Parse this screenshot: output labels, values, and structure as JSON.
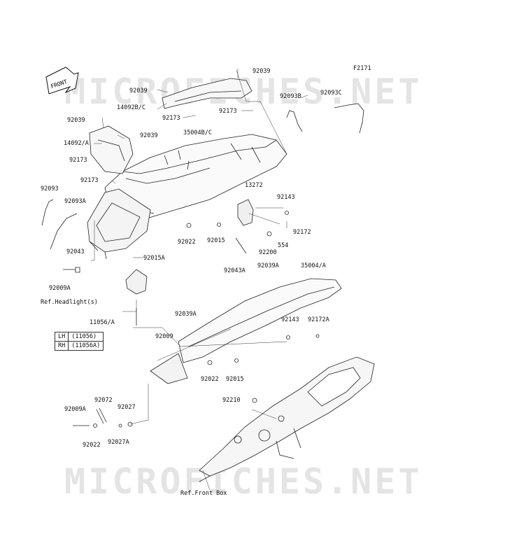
{
  "figure_id": "F2171",
  "watermark": "MICROFICHES.NET",
  "front_arrow_label": "FRONT",
  "labels": {
    "l92039_top": "92039",
    "l92039_a": "92039",
    "l14092bc": "14092B/C",
    "l92173_a": "92173",
    "l92173_b": "92173",
    "l92093b": "92093B",
    "l92093c": "92093C",
    "l92039_b": "92039",
    "l92039_c": "92039",
    "l35004bc": "35004B/C",
    "l14092a": "14092/A",
    "l92173_c": "92173",
    "l92173_d": "92173",
    "l92093": "92093",
    "l92093a": "92093A",
    "l13272": "13272",
    "l92143_a": "92143",
    "l92172": "92172",
    "l554": "554",
    "l92200": "92200",
    "l92022_a": "92022",
    "l92015_a": "92015",
    "l92043": "92043",
    "l92015a": "92015A",
    "l92009a_a": "92009A",
    "l92043a": "92043A",
    "l92039a_a": "92039A",
    "l35004a": "35004/A",
    "l_ref_headlight": "Ref.Headlight(s)",
    "l11056a": "11056/A",
    "l92009": "92009",
    "l92039a_b": "92039A",
    "l92143_b": "92143",
    "l92172a": "92172A",
    "l92022_b": "92022",
    "l92015_b": "92015",
    "l92210": "92210",
    "l92072": "92072",
    "l92027": "92027",
    "l92009a_b": "92009A",
    "l92022_c": "92022",
    "l92027a": "92027A",
    "l_ref_front_box": "Ref.Front Box"
  },
  "legend": [
    {
      "side": "LH",
      "code": "(11056)"
    },
    {
      "side": "RH",
      "code": "(11056A)"
    }
  ]
}
